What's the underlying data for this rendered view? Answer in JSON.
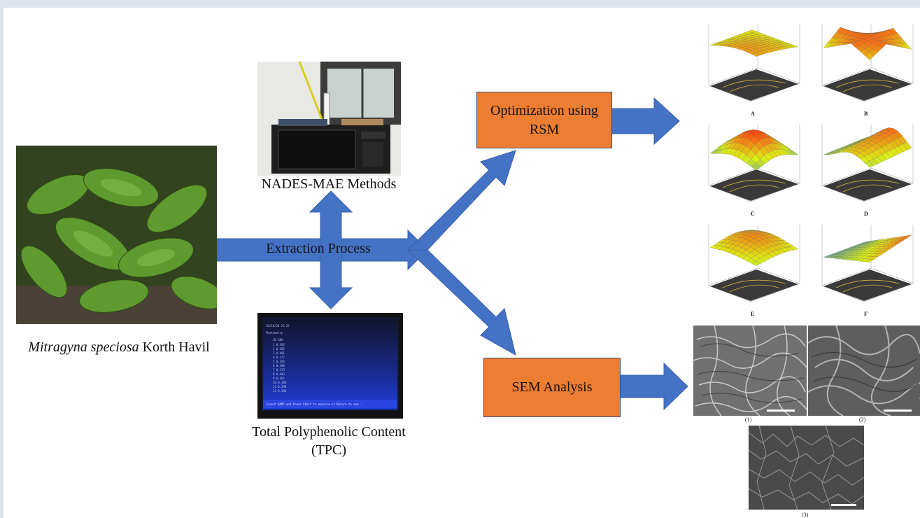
{
  "plant": {
    "italic": "Mitragyna speciosa",
    "rest": " Korth Havil"
  },
  "nades_label": "NADES-MAE Methods",
  "extraction_label": "Extraction Process",
  "tpc_label_line1": "Total Polyphenolic Content",
  "tpc_label_line2": "(TPC)",
  "rsm_box": {
    "line1": "Optimization using",
    "line2": "RSM"
  },
  "sem_box": "SEM Analysis",
  "surface_plots": [
    "A",
    "B",
    "C",
    "D",
    "E",
    "F"
  ],
  "sem_images": [
    "(1)",
    "(2)",
    "(3)"
  ],
  "spectro_screen": {
    "header": "20/10/20  23:25",
    "title": "Photometry",
    "footer": "Insert SAMP and Press Start to measure or Return to end..."
  },
  "colors": {
    "arrow": "#4472c4",
    "box": "#ed7d31",
    "background": "#dfe3ee"
  }
}
